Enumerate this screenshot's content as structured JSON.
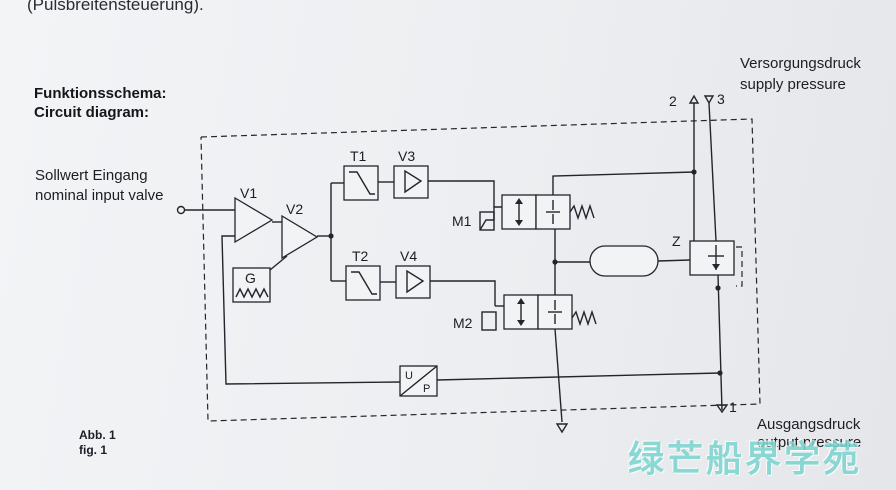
{
  "header": {
    "top_text": "(Pulsbreitensteuerung)."
  },
  "title": {
    "de": "Funktionsschema:",
    "en": "Circuit diagram:"
  },
  "input": {
    "de": "Sollwert Eingang",
    "en": "nominal input valve"
  },
  "supply": {
    "de": "Versorgungsdruck",
    "en": "supply pressure"
  },
  "output": {
    "de": "Ausgangsdruck",
    "en": "output pressure"
  },
  "figure": {
    "de": "Abb. 1",
    "en": "fig. 1"
  },
  "components": {
    "V1": "V1",
    "V2": "V2",
    "V3": "V3",
    "V4": "V4",
    "T1": "T1",
    "T2": "T2",
    "M1": "M1",
    "M2": "M2",
    "Z": "Z",
    "G": "G",
    "U": "U",
    "P": "P"
  },
  "ports": {
    "p2": "2",
    "p3": "3",
    "p1": "1"
  },
  "watermark": "绿芒船界学苑"
}
